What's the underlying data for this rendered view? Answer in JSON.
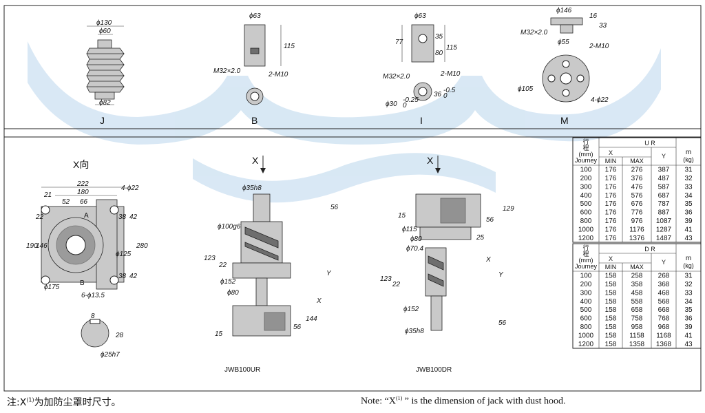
{
  "top_views": [
    {
      "letter": "J",
      "dims": [
        "ϕ130",
        "ϕ60",
        "ϕ82"
      ]
    },
    {
      "letter": "B",
      "dims": [
        "ϕ63",
        "115",
        "M32×2.0",
        "2-M10"
      ]
    },
    {
      "letter": "I",
      "dims": [
        "ϕ63",
        "77",
        "35",
        "80",
        "115",
        "M32×2.0",
        "2-M10",
        "ϕ30",
        "-0.25",
        "0",
        "36",
        "-0.5",
        "0"
      ]
    },
    {
      "letter": "M",
      "dims": [
        "ϕ146",
        "16",
        "33",
        "M32×2.0",
        "ϕ55",
        "2-M10",
        "ϕ105",
        "4-ϕ22"
      ]
    }
  ],
  "x_view": {
    "title": "X向",
    "dims": [
      "222",
      "180",
      "21",
      "52",
      "66",
      "4-ϕ22",
      "A",
      "B",
      "22",
      "38",
      "42",
      "190",
      "146",
      "280",
      "ϕ125",
      "38",
      "42",
      "ϕ175",
      "6-ϕ13.5"
    ]
  },
  "shaft_section": {
    "dims": [
      "8",
      "28",
      "ϕ25h7"
    ]
  },
  "ur_view": {
    "arrow_label": "X",
    "dims": [
      "ϕ35h8",
      "56",
      "ϕ100g6",
      "123",
      "22",
      "Y",
      "ϕ152",
      "ϕ80",
      "X",
      "144",
      "15",
      "56"
    ],
    "caption": "JWB100UR"
  },
  "dr_view": {
    "arrow_label": "X",
    "dims": [
      "129",
      "15",
      "56",
      "ϕ115",
      "25",
      "ϕ80",
      "ϕ70.4",
      "X",
      "Y",
      "123",
      "22",
      "ϕ152",
      "ϕ35h8",
      "56"
    ],
    "caption": "JWB100DR"
  },
  "tables": {
    "journey_label": [
      "行",
      "程",
      "(mm)",
      "Journey"
    ],
    "mass_symbol": "m",
    "mass_unit": "(kg)",
    "col_x": "X",
    "col_min": "MIN",
    "col_max": "MAX",
    "col_y": "Y",
    "ur": {
      "title": "U R",
      "rows": [
        [
          "100",
          "176",
          "276",
          "387",
          "31"
        ],
        [
          "200",
          "176",
          "376",
          "487",
          "32"
        ],
        [
          "300",
          "176",
          "476",
          "587",
          "33"
        ],
        [
          "400",
          "176",
          "576",
          "687",
          "34"
        ],
        [
          "500",
          "176",
          "676",
          "787",
          "35"
        ],
        [
          "600",
          "176",
          "776",
          "887",
          "36"
        ],
        [
          "800",
          "176",
          "976",
          "1087",
          "39"
        ],
        [
          "1000",
          "176",
          "1176",
          "1287",
          "41"
        ],
        [
          "1200",
          "176",
          "1376",
          "1487",
          "43"
        ]
      ]
    },
    "dr": {
      "title": "D R",
      "rows": [
        [
          "100",
          "158",
          "258",
          "268",
          "31"
        ],
        [
          "200",
          "158",
          "358",
          "368",
          "32"
        ],
        [
          "300",
          "158",
          "458",
          "468",
          "33"
        ],
        [
          "400",
          "158",
          "558",
          "568",
          "34"
        ],
        [
          "500",
          "158",
          "658",
          "668",
          "35"
        ],
        [
          "600",
          "158",
          "758",
          "768",
          "36"
        ],
        [
          "800",
          "158",
          "958",
          "968",
          "39"
        ],
        [
          "1000",
          "158",
          "1158",
          "1168",
          "41"
        ],
        [
          "1200",
          "158",
          "1358",
          "1368",
          "43"
        ]
      ]
    }
  },
  "notes": {
    "cn_prefix": "注:X",
    "cn_sup": "(1)",
    "cn_rest": "为加防尘罩时尺寸。",
    "en_prefix": "Note: “X",
    "en_sup": "(1)",
    "en_rest": " ” is the dimension of jack with dust hood."
  },
  "colors": {
    "watermark": "#b9d6ec",
    "part_fill": "#c9c9c9",
    "frame": "#222222"
  }
}
